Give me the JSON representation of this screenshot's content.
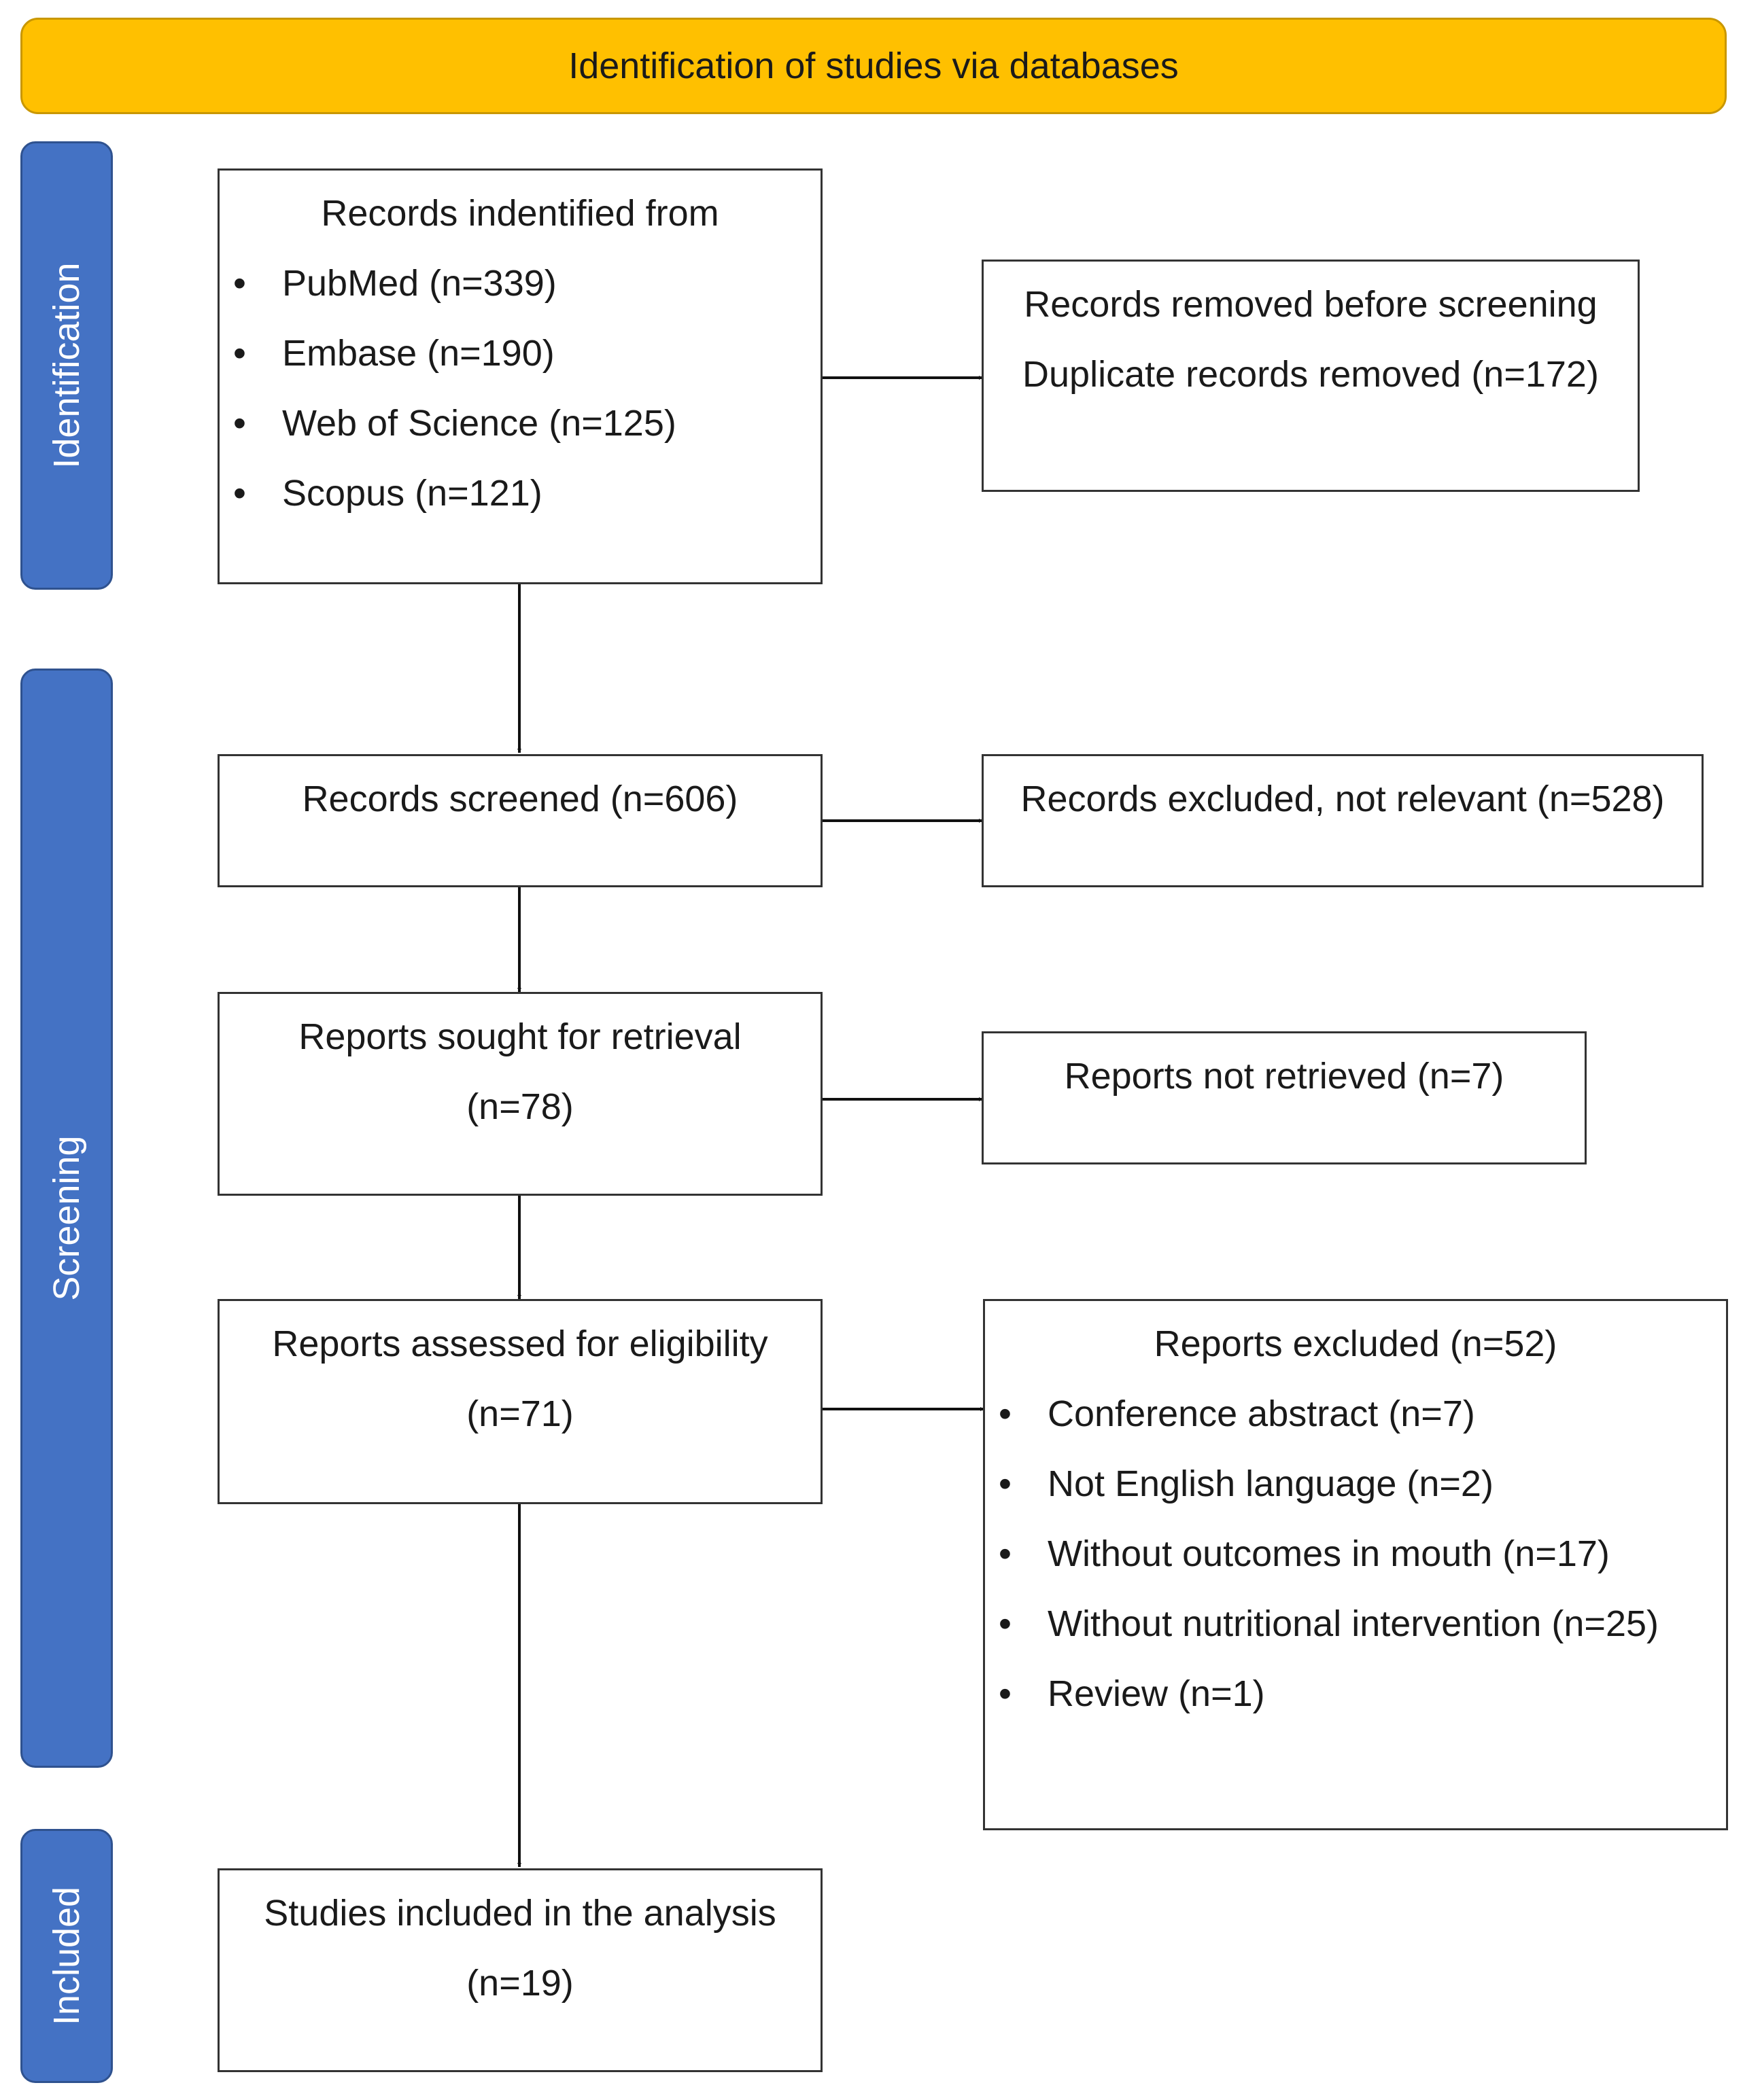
{
  "header": {
    "title": "Identification of studies via databases"
  },
  "phases": [
    {
      "label": "Identification"
    },
    {
      "label": "Screening"
    },
    {
      "label": "Included"
    }
  ],
  "boxes": {
    "records_identified": {
      "title": "Records indentified from",
      "items": [
        "PubMed (n=339)",
        "Embase (n=190)",
        "Web of Science (n=125)",
        "Scopus (n=121)"
      ]
    },
    "records_removed": {
      "line1": "Records removed before screening",
      "line2": "Duplicate records removed (n=172)"
    },
    "records_screened": {
      "text": "Records screened (n=606)"
    },
    "records_excluded": {
      "text": "Records excluded, not relevant (n=528)"
    },
    "reports_sought": {
      "line1": "Reports sought for retrieval",
      "line2": "(n=78)"
    },
    "reports_not_retrieved": {
      "text": "Reports not retrieved (n=7)"
    },
    "reports_assessed": {
      "line1": "Reports assessed for eligibility",
      "line2": "(n=71)"
    },
    "reports_excluded": {
      "title": "Reports excluded (n=52)",
      "items": [
        "Conference abstract (n=7)",
        "Not English language (n=2)",
        "Without outcomes in mouth (n=17)",
        "Without nutritional intervention (n=25)",
        "Review (n=1)"
      ]
    },
    "studies_included": {
      "line1": "Studies included in the analysis",
      "line2": "(n=19)"
    }
  }
}
